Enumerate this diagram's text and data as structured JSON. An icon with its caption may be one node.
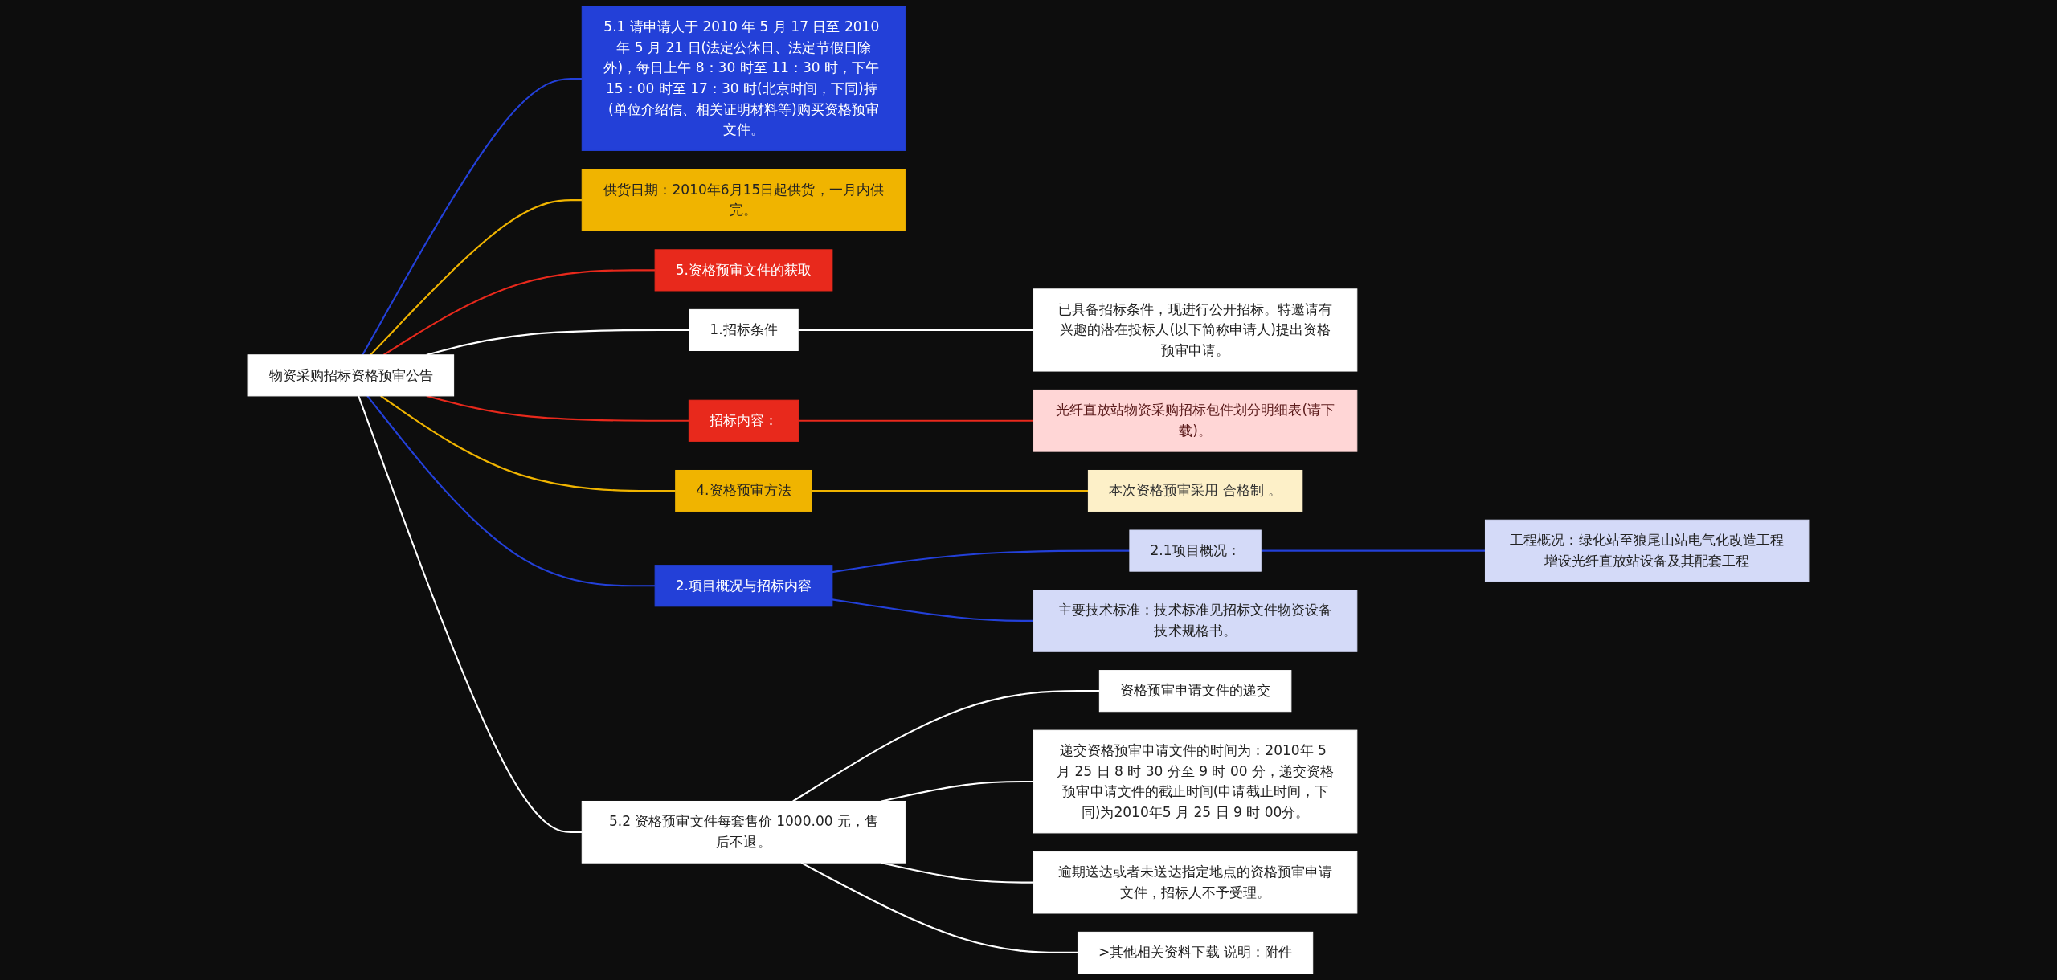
{
  "diagram": {
    "nodes": [
      {
        "text": [
          "物资采购招标资格预审公告"
        ]
      },
      {
        "text": [
          "1.招标条件"
        ]
      },
      {
        "text": [
          "已具备招标条件，现进行公开招标。特邀请有兴趣的潜在投标人(以下简称申请人)提出资格预审申请。"
        ]
      },
      {
        "text": [
          "招标内容："
        ]
      },
      {
        "text": [
          "光纤直放站物资采购招标包件划分明细表(请下载)。"
        ]
      },
      {
        "text": [
          "4.资格预审方法"
        ]
      },
      {
        "text": [
          "本次资格预审采用 合格制 。"
        ]
      },
      {
        "text": [
          "5.1 请申请人于 2010 年 5 月 17 日至 2010 年 5 月 21 日(法定公休日、法定节假日除外)，每日上午 8：30 时至 11：30 时，下午 15：00 时至 17：30 时(北京时间，下同)持 (单位介绍信、相关证明材料等)购买资格预审文件。"
        ]
      },
      {
        "text": [
          "2.项目概况与招标内容"
        ]
      },
      {
        "text": [
          "2.1项目概况："
        ]
      },
      {
        "text": [
          "工程概况：绿化站至狼尾山站电气化改造工程增设光纤直放站设备及其配套工程"
        ]
      },
      {
        "text": [
          "主要技术标准：技术标准见招标文件物资设备技术规格书。"
        ]
      },
      {
        "text": [
          "供货日期：2010年6月15日起供货，一月内供完。"
        ]
      },
      {
        "text": [
          "5.资格预审文件的获取"
        ]
      },
      {
        "text": [
          "5.2 资格预审文件每套售价 1000.00 元，售后不退。"
        ]
      },
      {
        "text": [
          "资格预审申请文件的递交"
        ]
      },
      {
        "text": [
          "递交资格预审申请文件的时间为：2010年 5 月 25 日 8 时 30 分至 9 时 00 分，递交资格预审申请文件的截止时间(申请截止时间，下同)为2010年5 月 25 日 9 时 00分。"
        ]
      },
      {
        "text": [
          "逾期送达或者未送达指定地点的资格预审申请文件，招标人不予受理。"
        ]
      },
      {
        "text": [
          ">其他相关资料下载 说明：附件"
        ]
      }
    ],
    "edges": [
      {
        "from": 0,
        "to": 1,
        "arrow": "none"
      },
      {
        "from": 1,
        "to": 2,
        "arrow": "none"
      },
      {
        "from": 0,
        "to": 3,
        "arrow": "none",
        "color": "#e8291c"
      },
      {
        "from": 3,
        "to": 4,
        "arrow": "none",
        "color": "#e8291c"
      },
      {
        "from": 0,
        "to": 5,
        "arrow": "none",
        "color": "#f0b400"
      },
      {
        "from": 5,
        "to": 6,
        "arrow": "none",
        "color": "#f0b400"
      },
      {
        "from": 0,
        "to": 7,
        "arrow": "none",
        "color": "#2340d8"
      },
      {
        "from": 0,
        "to": 8,
        "arrow": "none",
        "color": "#2340d8"
      },
      {
        "from": 8,
        "to": 9,
        "arrow": "none",
        "color": "#2340d8"
      },
      {
        "from": 9,
        "to": 10,
        "arrow": "none",
        "color": "#2340d8"
      },
      {
        "from": 8,
        "to": 11,
        "arrow": "none",
        "color": "#2340d8"
      },
      {
        "from": 0,
        "to": 12,
        "arrow": "none",
        "color": "#f0b400"
      },
      {
        "from": 0,
        "to": 13,
        "arrow": "none",
        "color": "#e8291c"
      },
      {
        "from": 0,
        "to": 14,
        "arrow": "none"
      },
      {
        "from": 14,
        "to": 15,
        "arrow": "none"
      },
      {
        "from": 14,
        "to": 16,
        "arrow": "none"
      },
      {
        "from": 14,
        "to": 17,
        "arrow": "none"
      },
      {
        "from": 14,
        "to": 18,
        "arrow": "none"
      }
    ]
  }
}
